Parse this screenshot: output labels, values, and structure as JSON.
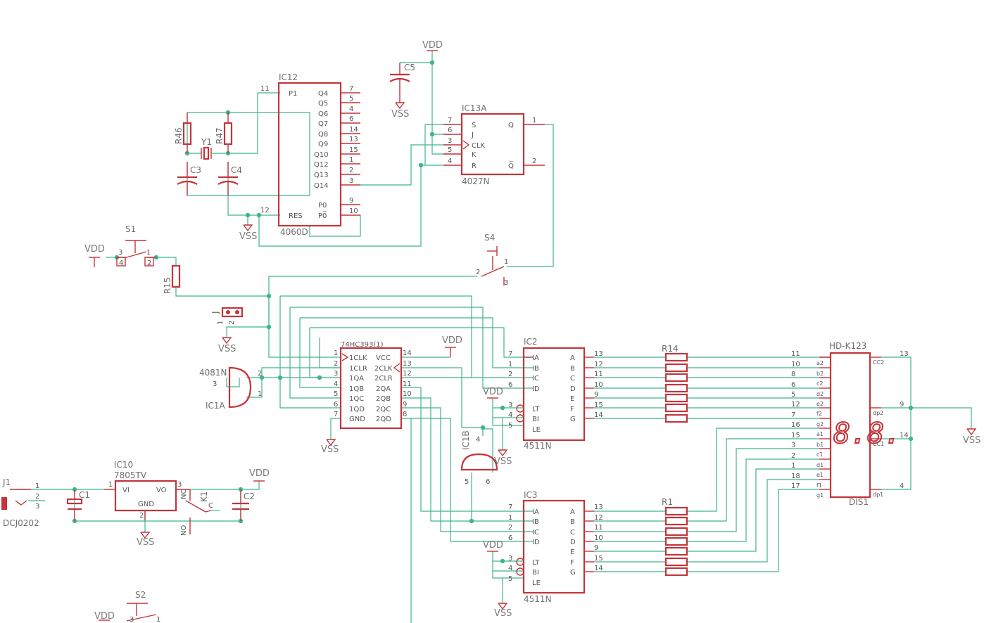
{
  "colors": {
    "wire": "#3fb58c",
    "part": "#c4343a",
    "text": "#6e6e6e"
  },
  "supplies": {
    "vdd": "VDD",
    "vss": "VSS"
  },
  "parts": {
    "ic12": {
      "name": "IC12",
      "value": "4060D",
      "left_pins": [
        [
          "11",
          "P1"
        ],
        [
          "12",
          "RES"
        ]
      ],
      "right_pins": [
        [
          "7",
          "Q4"
        ],
        [
          "5",
          "Q5"
        ],
        [
          "4",
          "Q6"
        ],
        [
          "6",
          "Q7"
        ],
        [
          "14",
          "Q8"
        ],
        [
          "13",
          "Q9"
        ],
        [
          "15",
          "Q10"
        ],
        [
          "1",
          "Q12"
        ],
        [
          "2",
          "Q13"
        ],
        [
          "3",
          "Q14"
        ],
        [
          "9",
          "P0"
        ],
        [
          "10",
          "P0̅"
        ]
      ]
    },
    "ic13a": {
      "name": "IC13A",
      "value": "4027N",
      "left_pins": [
        [
          "7",
          "S"
        ],
        [
          "6",
          "J"
        ],
        [
          "3",
          "CLK"
        ],
        [
          "5",
          "K"
        ],
        [
          "4",
          "R"
        ]
      ],
      "right_pins": [
        [
          "1",
          "Q"
        ],
        [
          "2",
          "Q̅"
        ]
      ]
    },
    "ic2": {
      "name": "IC2",
      "value": "4511N",
      "left_pins": [
        [
          "7",
          "IA"
        ],
        [
          "1",
          "IB"
        ],
        [
          "2",
          "IC"
        ],
        [
          "6",
          "ID"
        ],
        [
          "3",
          "LT"
        ],
        [
          "4",
          "BI"
        ],
        [
          "5",
          "LE"
        ]
      ],
      "right_pins": [
        [
          "13",
          "A"
        ],
        [
          "12",
          "B"
        ],
        [
          "11",
          "C"
        ],
        [
          "10",
          "D"
        ],
        [
          "9",
          "E"
        ],
        [
          "15",
          "F"
        ],
        [
          "14",
          "G"
        ]
      ]
    },
    "ic3": {
      "name": "IC3",
      "value": "4511N",
      "left_pins": [
        [
          "7",
          "IA"
        ],
        [
          "1",
          "IB"
        ],
        [
          "2",
          "IC"
        ],
        [
          "6",
          "ID"
        ],
        [
          "3",
          "LT"
        ],
        [
          "4",
          "BI"
        ],
        [
          "5",
          "LE"
        ]
      ],
      "right_pins": [
        [
          "13",
          "A"
        ],
        [
          "12",
          "B"
        ],
        [
          "11",
          "C"
        ],
        [
          "10",
          "D"
        ],
        [
          "9",
          "E"
        ],
        [
          "15",
          "F"
        ],
        [
          "14",
          "G"
        ]
      ]
    },
    "u393": {
      "name": "74HC393(1)",
      "left_pins": [
        [
          "1",
          "1CLK"
        ],
        [
          "2",
          "1CLR"
        ],
        [
          "3",
          "1QA"
        ],
        [
          "4",
          "1QB"
        ],
        [
          "5",
          "1QC"
        ],
        [
          "6",
          "1QD"
        ],
        [
          "7",
          "GND"
        ]
      ],
      "right_pins": [
        [
          "14",
          "VCC"
        ],
        [
          "13",
          "2CLK"
        ],
        [
          "12",
          "2CLR"
        ],
        [
          "11",
          "2QA"
        ],
        [
          "10",
          "2QB"
        ],
        [
          "9",
          "2QC"
        ],
        [
          "8",
          "2QD"
        ]
      ]
    },
    "ic1a": {
      "name": "IC1A",
      "value": "4081N",
      "pins": [
        "1",
        "2",
        "3"
      ]
    },
    "ic1b": {
      "name": "IC1B",
      "pins": [
        "4",
        "5",
        "6"
      ]
    },
    "ic10": {
      "name": "IC10",
      "value": "7805TV",
      "pins": [
        [
          "1",
          "VI"
        ],
        [
          "3",
          "VO"
        ],
        [
          "2",
          "GND"
        ]
      ]
    },
    "dis1": {
      "name": "HD-K123",
      "value": "DIS1",
      "left_pins": [
        [
          "11",
          "a2"
        ],
        [
          "10",
          "b2"
        ],
        [
          "8",
          "c2"
        ],
        [
          "6",
          "d2"
        ],
        [
          "5",
          "e2"
        ],
        [
          "12",
          "f2"
        ],
        [
          "7",
          "g2"
        ],
        [
          "16",
          "a1"
        ],
        [
          "15",
          "b1"
        ],
        [
          "3",
          "c1"
        ],
        [
          "2",
          "d1"
        ],
        [
          "1",
          "e1"
        ],
        [
          "18",
          "f1"
        ],
        [
          "17",
          "g1"
        ]
      ],
      "right_pins": [
        [
          "13",
          "CC2"
        ],
        [
          "9",
          "dp2"
        ],
        [
          "14",
          "CC1"
        ],
        [
          "4",
          "dp1"
        ]
      ],
      "digits": "8.8."
    },
    "r14": "R14",
    "r1": "R1",
    "r15": "R15",
    "r46": "R46",
    "r47": "R47",
    "c1": "C1",
    "c2": "C2",
    "c3": "C3",
    "c4": "C4",
    "c5": "C5",
    "y1": "Y1",
    "s1": "S1",
    "s2": "S2",
    "s4": "S4",
    "k1": "K1",
    "j1": "J1",
    "j1_value": "DCJ0202",
    "jp": "J"
  },
  "k1_pins": {
    "nc": "NC",
    "no": "NO",
    "c": "C"
  },
  "misc_pins": {
    "s1": [
      "3",
      "1",
      "4",
      "2"
    ],
    "s2": [
      "3",
      "1"
    ],
    "s4": [
      "2",
      "1",
      "3"
    ],
    "j1": [
      "1",
      "2",
      "3"
    ],
    "jp": [
      "1",
      "2"
    ],
    "ic2_power": [
      "3",
      "4",
      "5"
    ]
  }
}
